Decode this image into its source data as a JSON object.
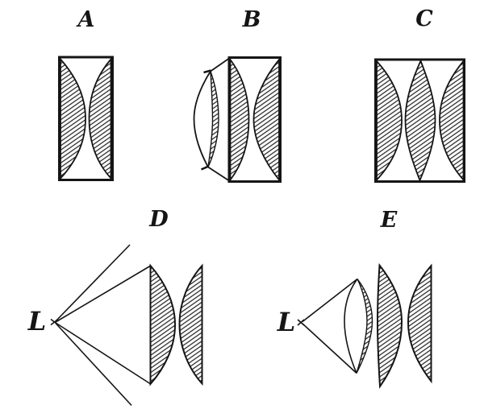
{
  "colors": {
    "background": "#ffffff",
    "ink": "#151515"
  },
  "figures": {
    "a": {
      "label": "A"
    },
    "b": {
      "label": "B"
    },
    "c": {
      "label": "C"
    },
    "d": {
      "label": "D",
      "source_label": "L"
    },
    "e": {
      "label": "E",
      "source_label": "L"
    }
  }
}
